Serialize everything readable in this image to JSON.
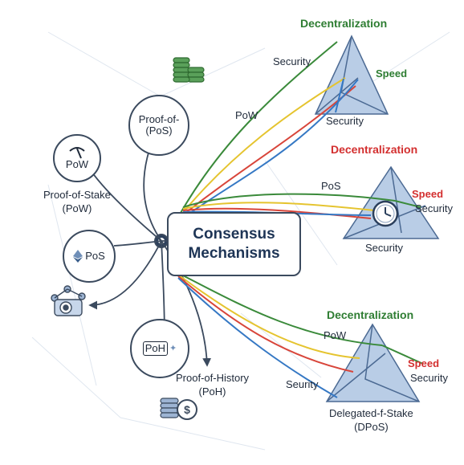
{
  "center": {
    "line1": "Consensus",
    "line2": "Mechanisms"
  },
  "nodes": {
    "top_circle": {
      "line1": "Proof-of-",
      "line2": "(PoS)"
    },
    "pow_circle": {
      "label": "PoW"
    },
    "left_label": {
      "line1": "Proof-of-Stake",
      "line2": "(PoW)"
    },
    "pos_circle": {
      "label": "PoS"
    },
    "poh_circle": {
      "label": "PoH"
    },
    "bottom_label": {
      "line1": "Proof-of-History",
      "line2": "(PoH)"
    }
  },
  "triangles": [
    {
      "top_label": "Decentralization",
      "top_color": "#2e7d32",
      "speed_label": "Speed",
      "speed_color": "#2e7d32",
      "left_label": "Security",
      "bottom_label": "Security",
      "branch_label": "PoW"
    },
    {
      "top_label": "Decentralization",
      "top_color": "#d32f2f",
      "speed_label": "Speed",
      "speed_color": "#d32f2f",
      "right_label": "Security",
      "bottom_label": "Security",
      "branch_label": "PoS"
    },
    {
      "top_label": "Decentralization",
      "top_color": "#2e7d32",
      "speed_label": "Speed",
      "speed_color": "#d32f2f",
      "right_label": "Security",
      "left_label": "Seurity",
      "branch_label": "PoW",
      "bottom_line1": "Delegated-f-Stake",
      "bottom_line2": "(DPoS)"
    }
  ],
  "colors": {
    "line_green": "#3a8a3a",
    "line_yellow": "#e5c42f",
    "line_red": "#d8453a",
    "line_blue": "#3578c4",
    "triangle_fill": "#b9cde6",
    "outline": "#3b4a5e"
  },
  "icons": [
    "coin-stack-icon",
    "pickaxe-icon",
    "ethereum-icon",
    "network-gear-icon",
    "sparkle-icon",
    "dollar-coins-icon",
    "clock-icon"
  ]
}
